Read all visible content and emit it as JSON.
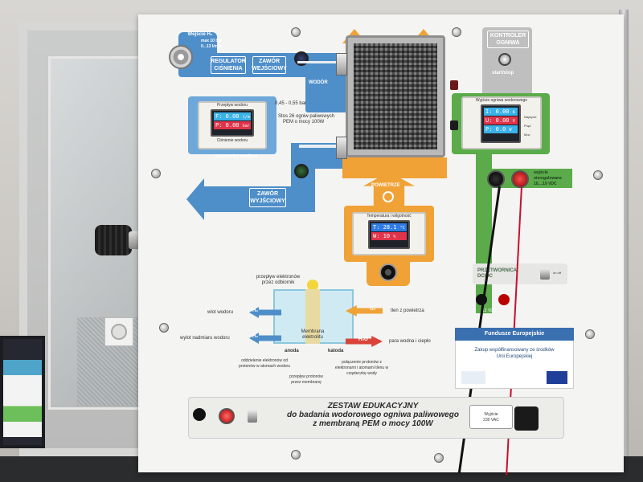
{
  "panel": {
    "hydrogen_inlet_label": "Wejście H₂",
    "hydrogen_inlet_spec_1": "max 10 bar",
    "hydrogen_inlet_spec_2": "0...13 l/min",
    "pressure_regulator_label": "REGULATOR CIŚNIENIA",
    "inlet_valve_label": "ZAWÓR WEJŚCIOWY",
    "hydrogen_label": "WODÓR",
    "pressure_range": "0,45 - 0,55 bar",
    "stack_description_1": "Stos 26 ogniw paliwowych",
    "stack_description_2": "PEM o mocy 100W",
    "outlet_valve_label": "ZAWÓR WYJŚCIOWY",
    "hydrogen_params_label": "parametry wodoru",
    "air_label": "POWIETRZE",
    "controller_label_1": "KONTROLER",
    "controller_label_2": "OGNIWA",
    "start_stop_label": "start/stop",
    "unregulated_output_1": "wyjście",
    "unregulated_output_2": "nieregulowane",
    "unregulated_output_3": "10....19 VDC",
    "converter_label_1": "PRZETWORNICA",
    "converter_label_2": "DC/DC",
    "on_off_label": "on off",
    "output_12v": "12 VDC",
    "board_title_1": "ZESTAW EDUKACYJNY",
    "board_title_2": "do badania wodorowego ogniwa paliwowego",
    "board_title_3": "z membraną PEM o mocy 100W",
    "socket_label": "Wyjście",
    "socket_label_2": "230 VAC"
  },
  "hydrogen_meter": {
    "title": "Przepływ wodoru",
    "subtitle": "Ciśnienie wodoru",
    "flow": "F: 0.00",
    "flow_unit": "l/m",
    "pressure": "P: 0.00",
    "pressure_unit": "bar"
  },
  "output_meter": {
    "title": "Wyjście ogniwa wodorowego",
    "current": "I: 0.00",
    "current_label": "Napięcie",
    "current_unit": "A",
    "voltage": "U: 0.00",
    "voltage_label": "Prąd",
    "voltage_unit": "V",
    "power": "P: 0.0",
    "power_label": "Moc",
    "power_unit": "W"
  },
  "air_meter": {
    "title": "Temperatura i wilgotność",
    "temperature": "T: 28.1",
    "temperature_unit": "°C",
    "humidity": "W: 10",
    "humidity_unit": "%"
  },
  "diagram": {
    "heading_1": "przepływ elektronów",
    "heading_2": "przez odbiornik",
    "h2_in": "H₂",
    "h2_out": "H₂",
    "o2": "O₂",
    "h2o": "H₂O",
    "hydrogen_inlet": "wlot wodoru",
    "hydrogen_outlet": "wylot nadmiaru wodoru",
    "air_inlet": "tlen z powietrza",
    "water_heat": "para wodna i ciepło",
    "membrane_1": "Membrana",
    "membrane_2": "elektrolitu",
    "anode": "anoda",
    "cathode": "katoda",
    "note_1": "oddzielenie elektronów od protonów w atomach wodoru",
    "note_2": "przepływ protonów przez membranę",
    "note_3": "połączenie protonów z elektronami i atomami tlenu w cząsteczkę wody"
  },
  "eu_box": {
    "fund_label": "Fundusze Europejskie",
    "purchase_1": "Zakup współfinansowany ze środków",
    "purchase_2": "Unii Europejskiej"
  },
  "colors": {
    "hydrogen_blue": "#4e8ec9",
    "air_orange": "#f0a236",
    "electric_green": "#5bab4a",
    "board_white": "#f4f4f2"
  }
}
